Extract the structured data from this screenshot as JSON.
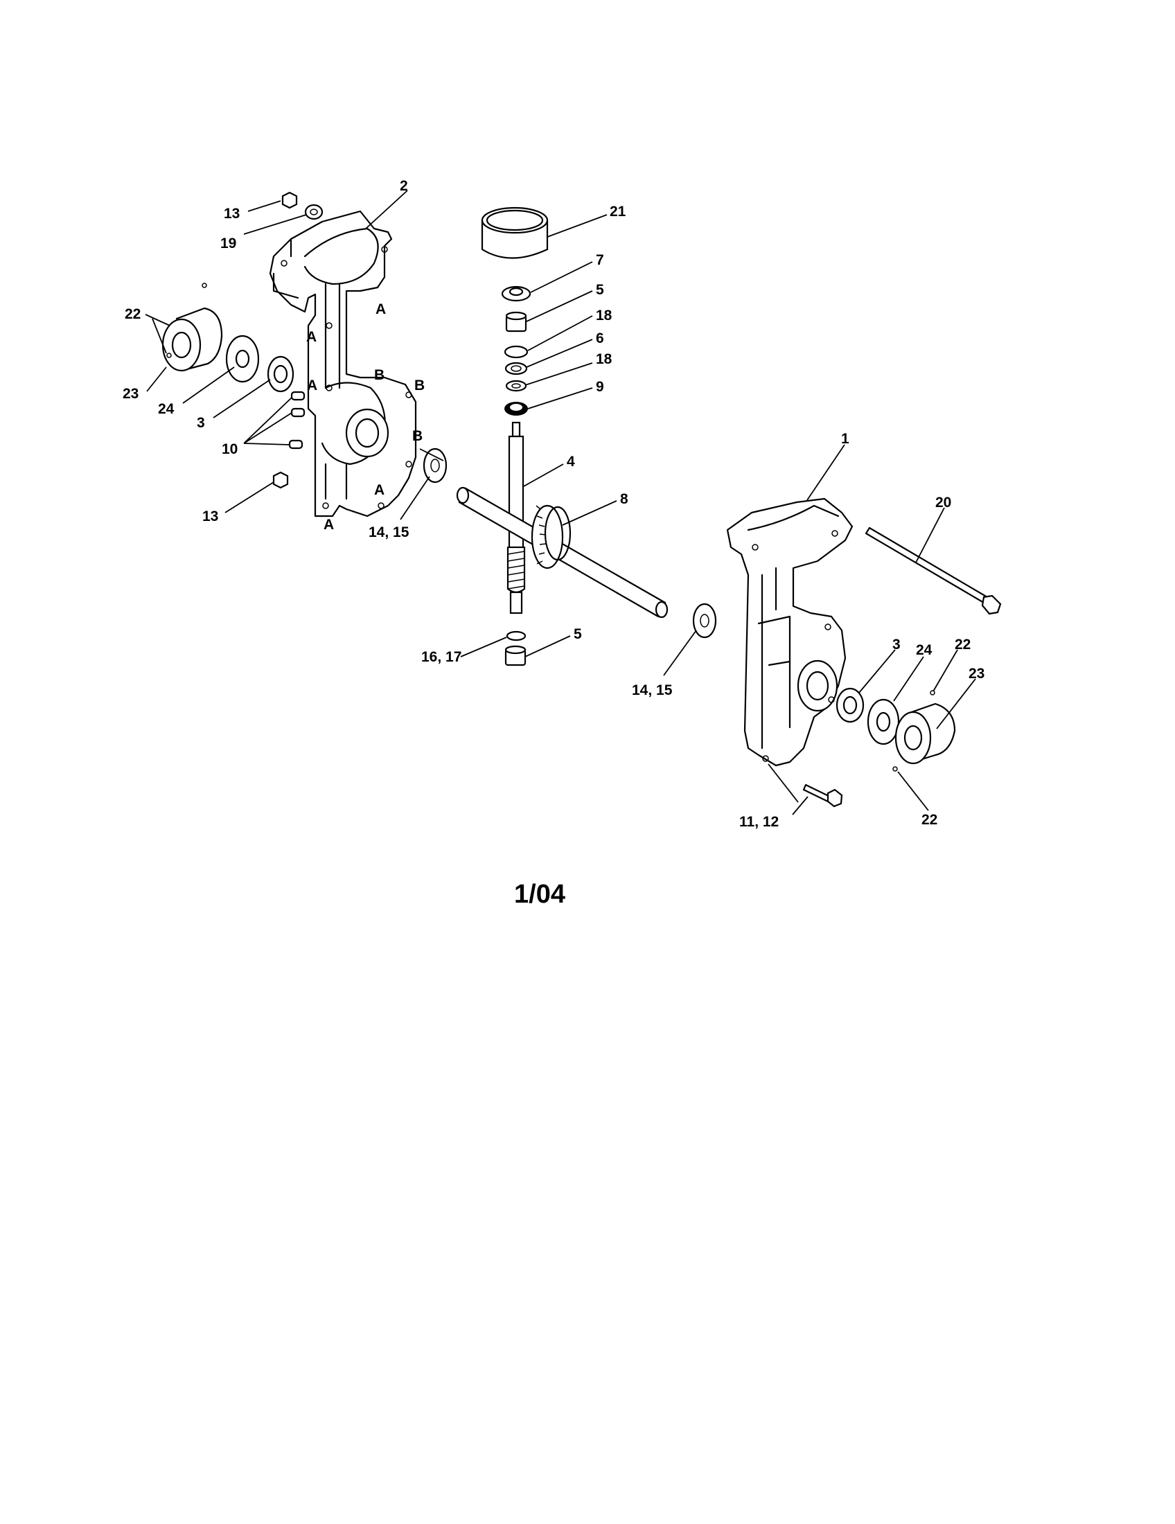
{
  "callouts": {
    "c2": "2",
    "c13a": "13",
    "c19": "19",
    "c22a": "22",
    "c23a": "23",
    "c24a": "24",
    "c3a": "3",
    "c10": "10",
    "c13b": "13",
    "c14a": "14, 15",
    "c21": "21",
    "c7": "7",
    "c5a": "5",
    "c18a": "18",
    "c6": "6",
    "c18b": "18",
    "c9": "9",
    "c4": "4",
    "c8": "8",
    "c16": "16, 17",
    "c5b": "5",
    "c14b": "14, 15",
    "c1": "1",
    "c20": "20",
    "c3b": "3",
    "c24b": "24",
    "c22b": "22",
    "c23b": "23",
    "c22c": "22",
    "c11": "11, 12"
  },
  "alignment_marks": {
    "a1": "A",
    "a2": "A",
    "a3": "A",
    "a4": "A",
    "a5": "A",
    "b1": "B",
    "b2": "B",
    "b3": "B"
  },
  "date_code": "1/04"
}
